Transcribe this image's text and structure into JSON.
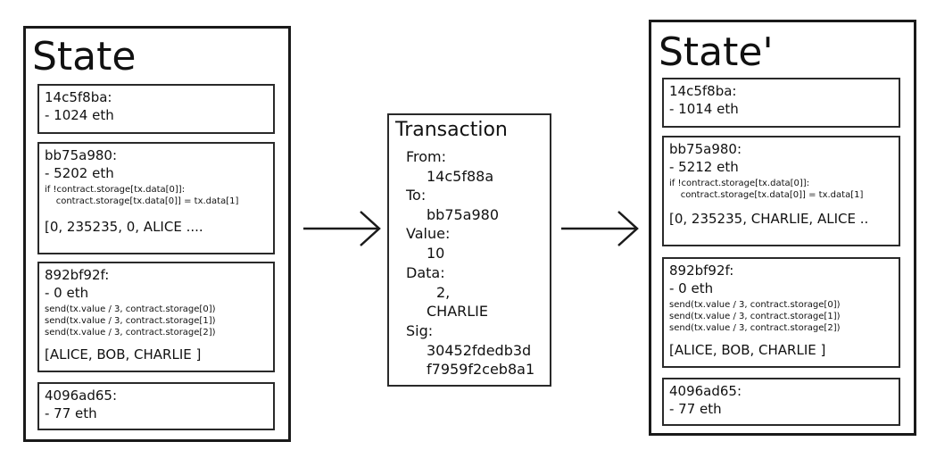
{
  "states": [
    {
      "title": "State",
      "accounts": [
        {
          "address": "14c5f8ba:",
          "balance": "- 1024 eth"
        },
        {
          "address": "bb75a980:",
          "balance": "- 5202 eth",
          "code": [
            "if !contract.storage[tx.data[0]]:",
            "    contract.storage[tx.data[0]] = tx.data[1]"
          ],
          "storage": "[0, 235235, 0, ALICE ...."
        },
        {
          "address": "892bf92f:",
          "balance": "- 0 eth",
          "code": [
            "send(tx.value / 3, contract.storage[0])",
            "send(tx.value / 3, contract.storage[1])",
            "send(tx.value / 3, contract.storage[2])"
          ],
          "storage": "[ALICE, BOB, CHARLIE ]"
        },
        {
          "address": "4096ad65:",
          "balance": "- 77 eth"
        }
      ]
    },
    {
      "title": "State'",
      "accounts": [
        {
          "address": "14c5f8ba:",
          "balance": "- 1014 eth"
        },
        {
          "address": "bb75a980:",
          "balance": "- 5212 eth",
          "code": [
            "if !contract.storage[tx.data[0]]:",
            "    contract.storage[tx.data[0]] = tx.data[1]"
          ],
          "storage": "[0, 235235, CHARLIE, ALICE .."
        },
        {
          "address": "892bf92f:",
          "balance": "- 0 eth",
          "code": [
            "send(tx.value / 3, contract.storage[0])",
            "send(tx.value / 3, contract.storage[1])",
            "send(tx.value / 3, contract.storage[2])"
          ],
          "storage": "[ALICE, BOB, CHARLIE ]"
        },
        {
          "address": "4096ad65:",
          "balance": "- 77 eth"
        }
      ]
    }
  ],
  "transaction": {
    "title": "Transaction",
    "from_label": "From:",
    "from": "14c5f88a",
    "to_label": "To:",
    "to": "bb75a980",
    "value_label": "Value:",
    "value": "10",
    "data_label": "Data:",
    "data": [
      "2,",
      "CHARLIE"
    ],
    "sig_label": "Sig:",
    "sig": [
      "30452fdedb3d",
      "f7959f2ceb8a1"
    ]
  },
  "colors": {
    "stroke": "#1a1a1a",
    "background": "#ffffff",
    "text": "#111111"
  }
}
